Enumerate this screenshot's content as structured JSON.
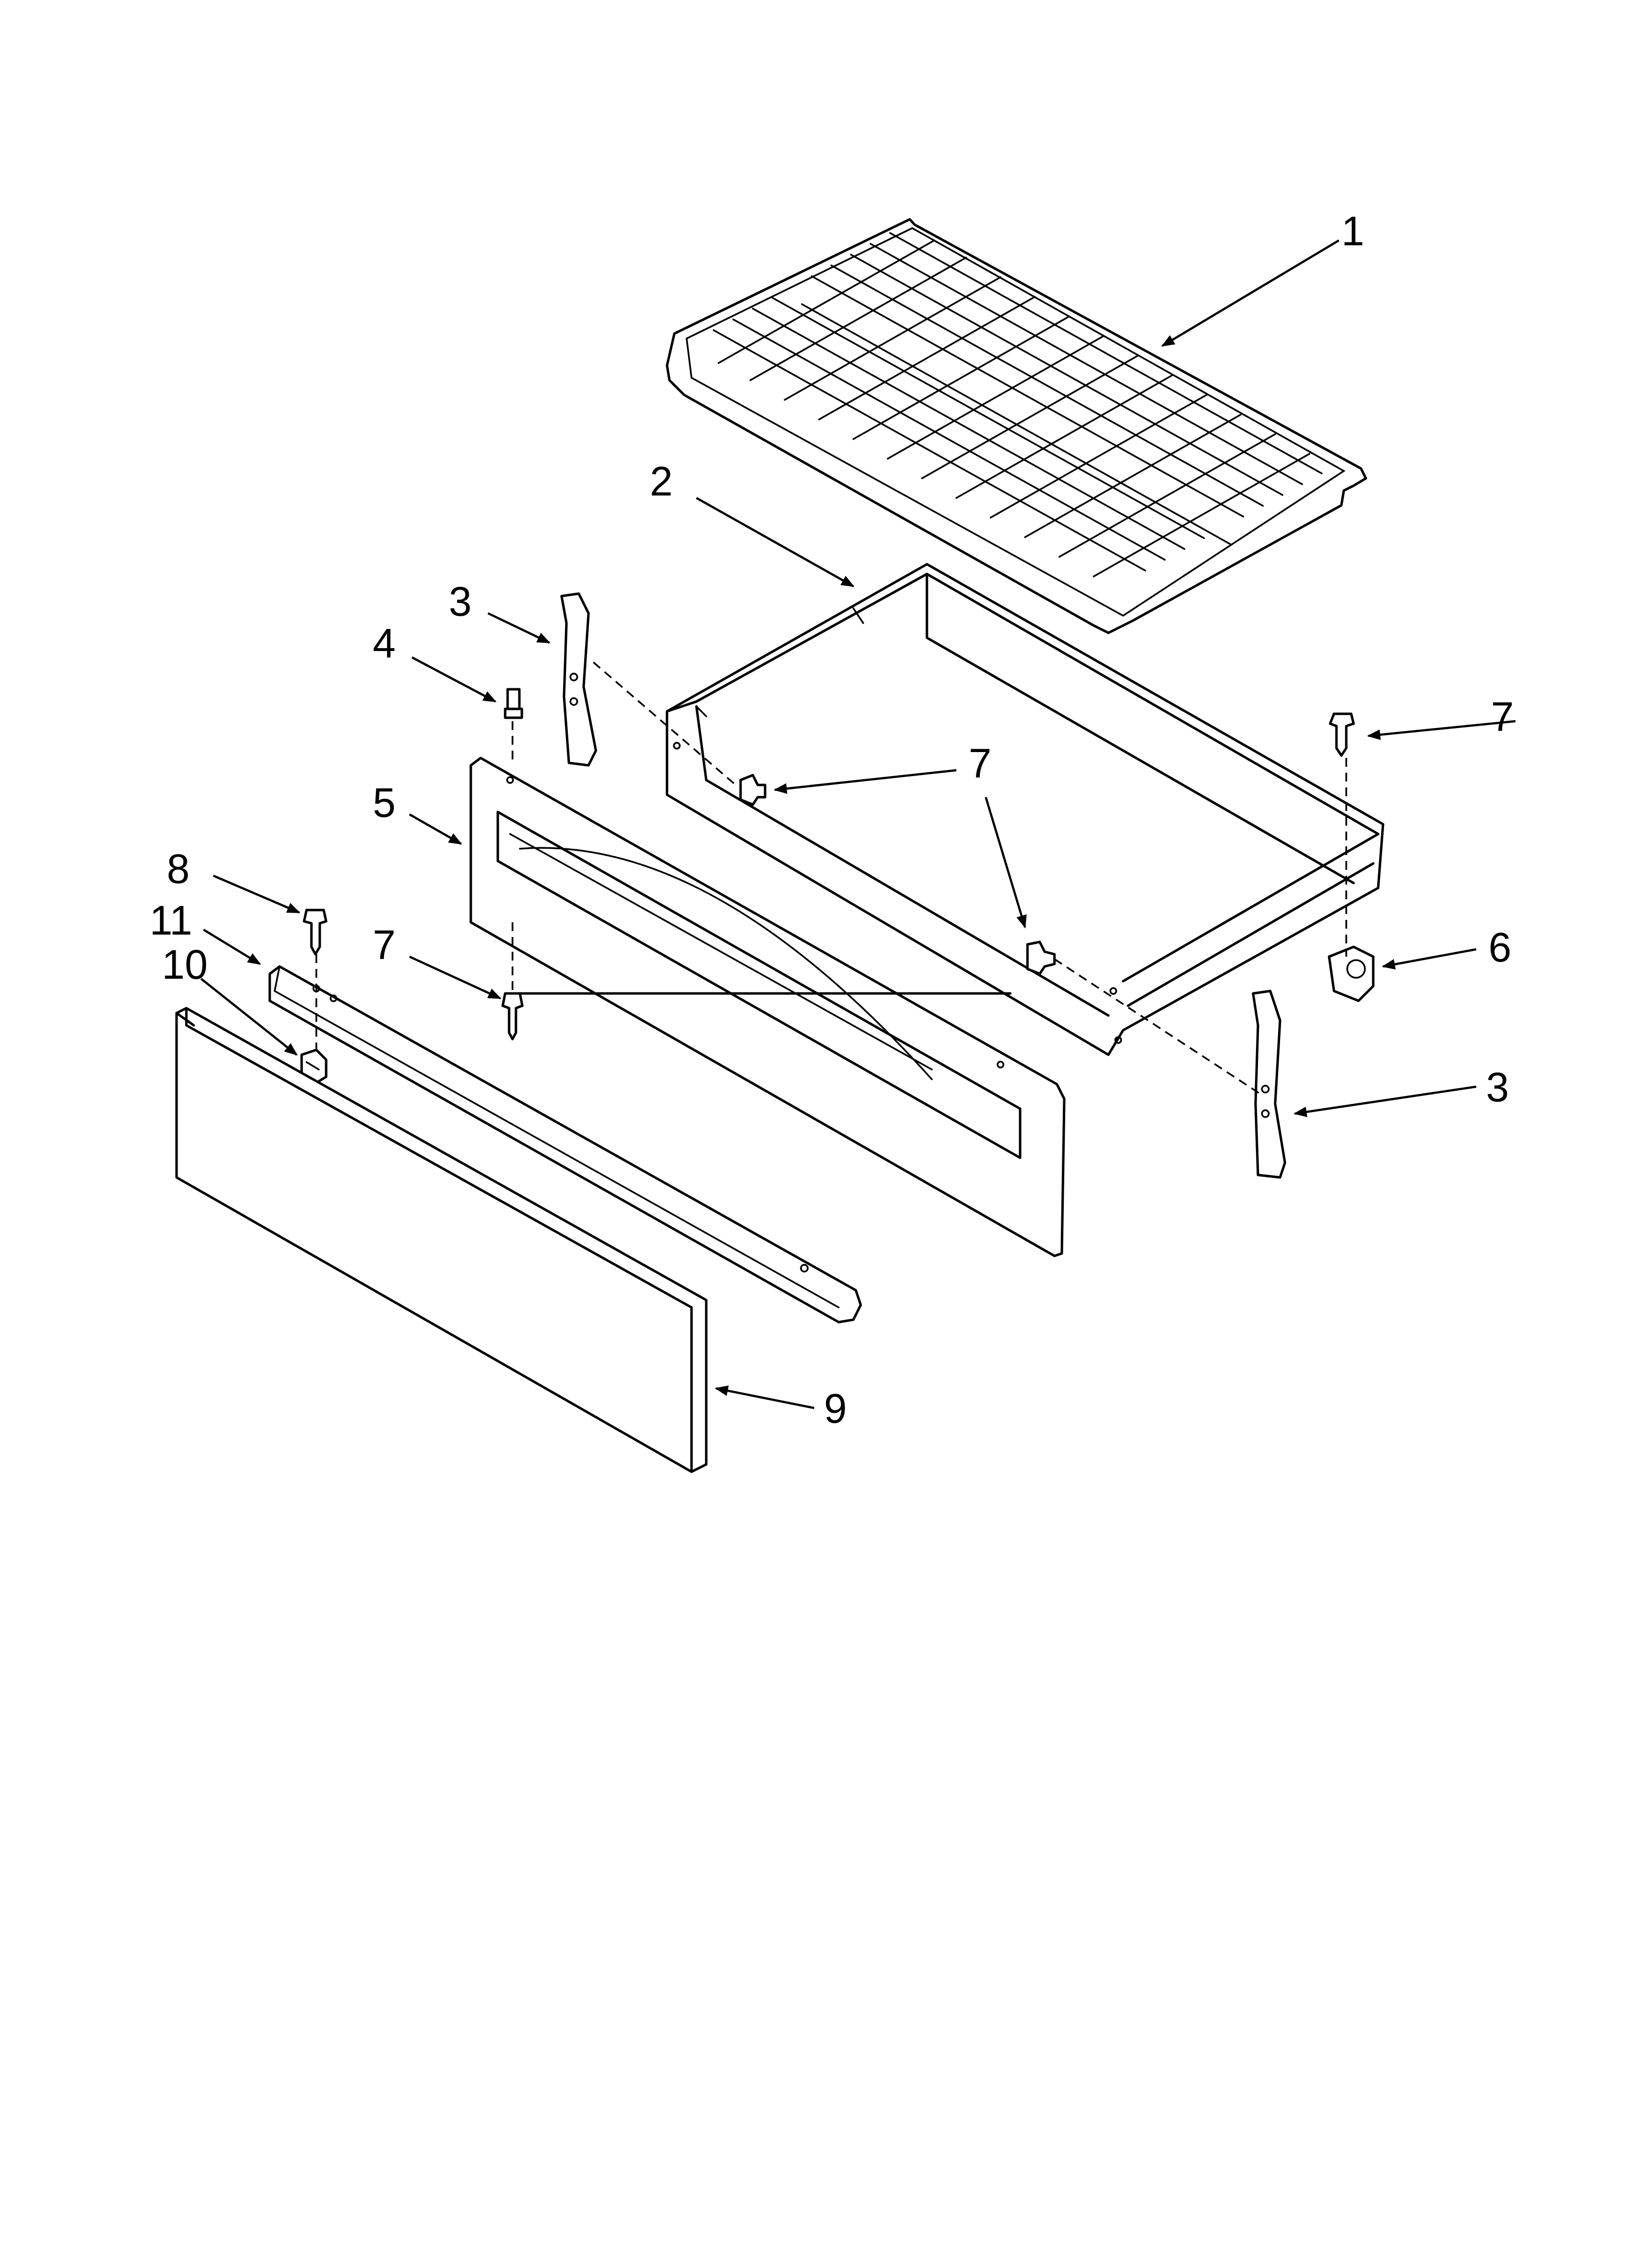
{
  "callouts": [
    {
      "id": "c1",
      "text": "1"
    },
    {
      "id": "c2",
      "text": "2"
    },
    {
      "id": "c3a",
      "text": "3"
    },
    {
      "id": "c3b",
      "text": "3"
    },
    {
      "id": "c4",
      "text": "4"
    },
    {
      "id": "c5",
      "text": "5"
    },
    {
      "id": "c6",
      "text": "6"
    },
    {
      "id": "c7a",
      "text": "7"
    },
    {
      "id": "c7b",
      "text": "7"
    },
    {
      "id": "c7c",
      "text": "7"
    },
    {
      "id": "c8",
      "text": "8"
    },
    {
      "id": "c9",
      "text": "9"
    },
    {
      "id": "c10",
      "text": "10"
    },
    {
      "id": "c11",
      "text": "11"
    }
  ]
}
